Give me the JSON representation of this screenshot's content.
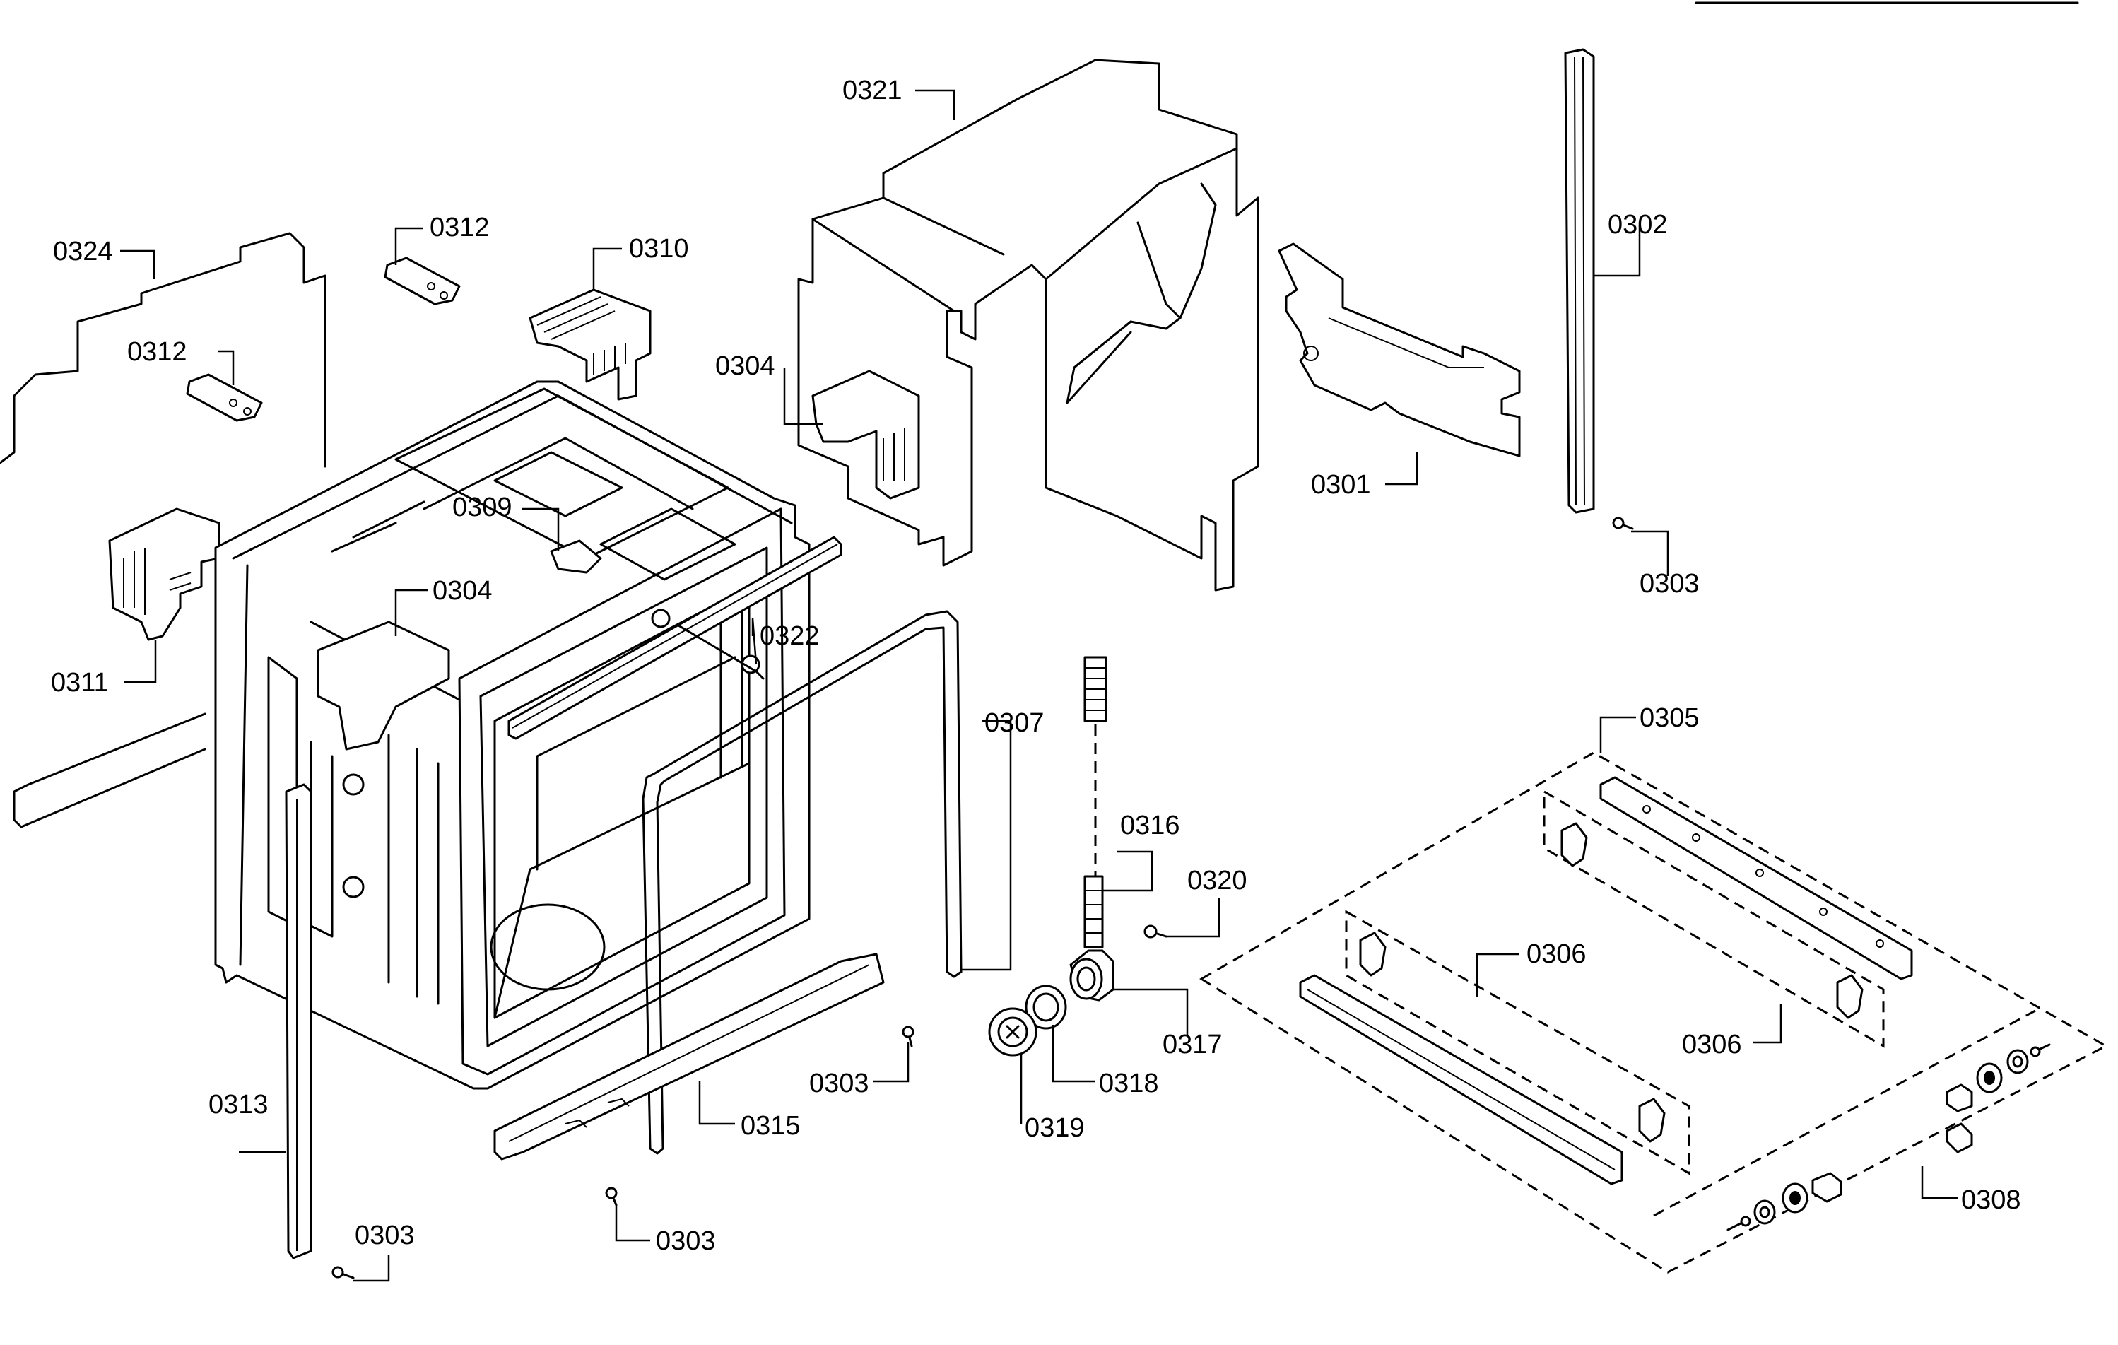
{
  "labels": {
    "l0301": "0301",
    "l0302": "0302",
    "l0303a": "0303",
    "l0303b": "0303",
    "l0303c": "0303",
    "l0303d": "0303",
    "l0304a": "0304",
    "l0304b": "0304",
    "l0305": "0305",
    "l0306a": "0306",
    "l0306b": "0306",
    "l0307": "0307",
    "l0308": "0308",
    "l0309": "0309",
    "l0310": "0310",
    "l0311": "0311",
    "l0312a": "0312",
    "l0312b": "0312",
    "l0313": "0313",
    "l0315": "0315",
    "l0316": "0316",
    "l0317": "0317",
    "l0318": "0318",
    "l0319": "0319",
    "l0320": "0320",
    "l0321": "0321",
    "l0322": "0322",
    "l0324": "0324"
  }
}
